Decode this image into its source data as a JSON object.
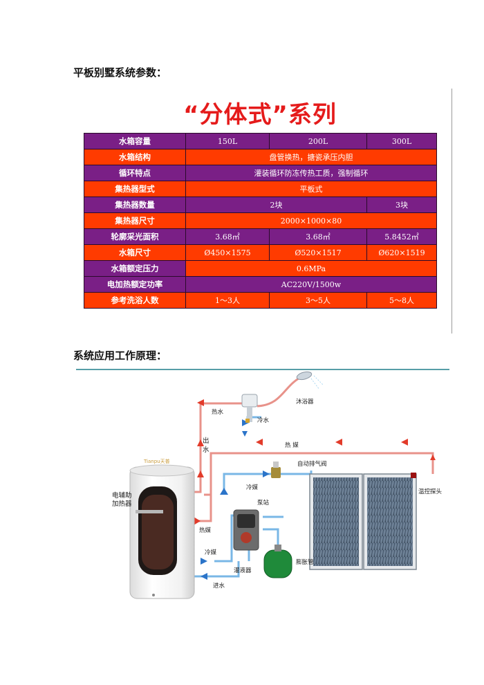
{
  "headings": {
    "params": "平板别墅系统参数：",
    "principle": "系统应用工作原理："
  },
  "banner": "“分体式”系列",
  "table": {
    "rows": [
      {
        "label": "水箱容量",
        "cells": [
          "150L",
          "200L",
          "300L"
        ]
      },
      {
        "label": "水箱结构",
        "cells": [
          "盘管换热，搪瓷承压内胆"
        ]
      },
      {
        "label": "循环特点",
        "cells": [
          "灌装循环防冻传热工质，强制循环"
        ]
      },
      {
        "label": "集热器型式",
        "cells": [
          "平板式"
        ]
      },
      {
        "label": "集热器数量",
        "cells": [
          "2块",
          "3块"
        ]
      },
      {
        "label": "集热器尺寸",
        "cells": [
          "2000×1000×80"
        ]
      },
      {
        "label": "轮廓采光面积",
        "cells": [
          "3.68㎡",
          "3.68㎡",
          "5.8452㎡"
        ]
      },
      {
        "label": "水箱尺寸",
        "cells": [
          "Ø450×1575",
          "Ø520×1517",
          "Ø620×1519"
        ]
      },
      {
        "label": "水箱额定压力",
        "cells": [
          "0.6MPa"
        ]
      },
      {
        "label": "电加热额定功率",
        "cells": [
          "AC220V/1500w"
        ]
      },
      {
        "label": "参考洗浴人数",
        "cells": [
          "1～3人",
          "3～5人",
          "5～8人"
        ]
      }
    ]
  },
  "diagram": {
    "brand": "Tianpu天普",
    "labels": {
      "shower": "沐浴器",
      "hot_water": "热水",
      "cold_water": "冷水",
      "outlet_1": "出",
      "outlet_2": "水",
      "hot_medium_top": "热 媒",
      "air_valve": "自动排气阀",
      "temp_probe": "温控探头",
      "heater_1": "电辅助",
      "heater_2": "加热器",
      "cold_medium_1": "冷媒",
      "pump": "泵站",
      "hot_medium_left": "热媒",
      "cold_medium_2": "冷媒",
      "filler": "灌液器",
      "expansion": "膨胀管",
      "inlet": "进水"
    }
  },
  "colors": {
    "purple_row": "#7a1f86",
    "red_row": "#ff3b00",
    "banner_red": "#e51b1b",
    "hot_pipe": "#e8928a",
    "cold_pipe": "#79b7e6"
  }
}
